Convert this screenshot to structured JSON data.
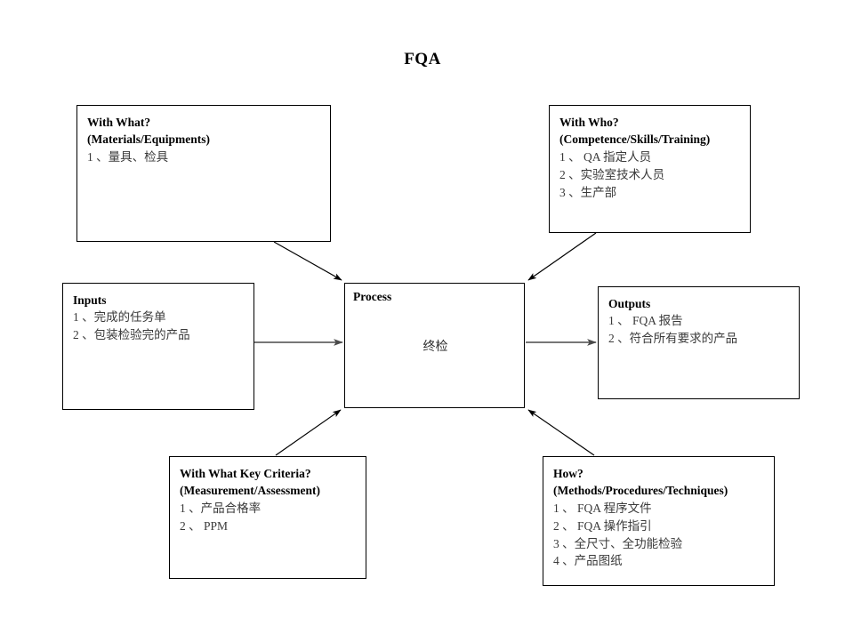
{
  "title": "FQA",
  "boxes": {
    "with_what": {
      "heading": "With What?",
      "subheading": "(Materials/Equipments)",
      "items": [
        "1 、量具、检具"
      ]
    },
    "with_who": {
      "heading": "With Who?",
      "subheading": "(Competence/Skills/Training)",
      "items": [
        "1 、 QA 指定人员",
        "2 、实验室技术人员",
        "3 、生产部"
      ]
    },
    "inputs": {
      "heading": "Inputs",
      "items": [
        "1 、完成的任务单",
        "2 、包装检验完的产品"
      ]
    },
    "process": {
      "heading": "Process",
      "center_label": "终检"
    },
    "outputs": {
      "heading": "Outputs",
      "items": [
        "1 、 FQA 报告",
        "2 、符合所有要求的产品"
      ]
    },
    "key_criteria": {
      "heading": "With What Key Criteria?",
      "subheading": "(Measurement/Assessment)",
      "items": [
        "1 、产品合格率",
        "2 、 PPM"
      ]
    },
    "how": {
      "heading": "How?",
      "subheading": "(Methods/Procedures/Techniques)",
      "items": [
        "1 、 FQA 程序文件",
        "2 、 FQA 操作指引",
        "3 、全尺寸、全功能检验",
        "4 、产品图纸"
      ]
    }
  },
  "connectors": [
    {
      "name": "with-what-to-process",
      "from": "with_what",
      "to": "process",
      "style": "diagonal"
    },
    {
      "name": "with-who-to-process",
      "from": "with_who",
      "to": "process",
      "style": "diagonal"
    },
    {
      "name": "inputs-to-process",
      "from": "inputs",
      "to": "process",
      "style": "horizontal"
    },
    {
      "name": "process-to-outputs",
      "from": "process",
      "to": "outputs",
      "style": "horizontal"
    },
    {
      "name": "key-criteria-to-process",
      "from": "key_criteria",
      "to": "process",
      "style": "diagonal"
    },
    {
      "name": "how-to-process",
      "from": "how",
      "to": "process",
      "style": "diagonal"
    }
  ],
  "colors": {
    "line": "#000000",
    "border": "#000000",
    "background": "#ffffff",
    "body_text": "#3a3a3a"
  }
}
